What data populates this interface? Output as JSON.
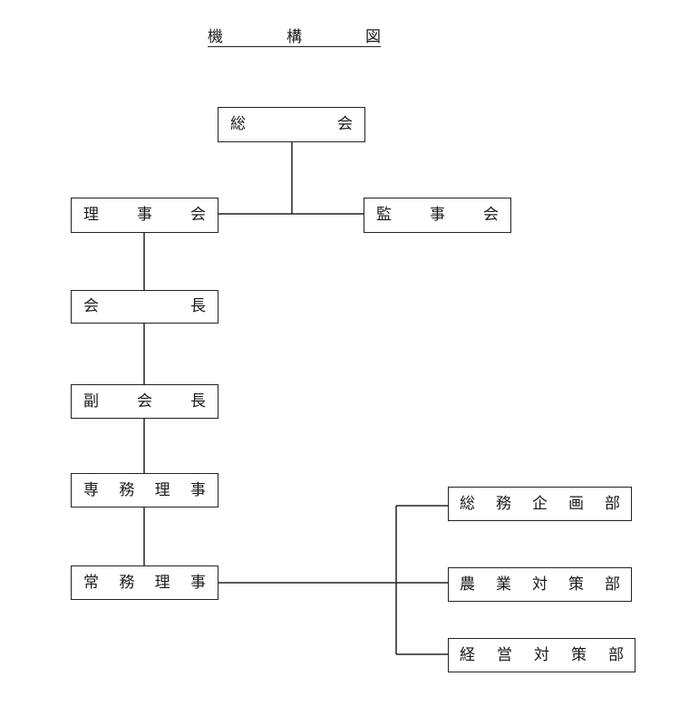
{
  "title": [
    "機",
    "構",
    "図"
  ],
  "nodes": {
    "general_assembly": [
      "総",
      "会"
    ],
    "board_of_directors": [
      "理",
      "事",
      "会"
    ],
    "auditors": [
      "監",
      "事",
      "会"
    ],
    "president": [
      "会",
      "長"
    ],
    "vice_president": [
      "副",
      "会",
      "長"
    ],
    "senior_managing_director": [
      "専",
      "務",
      "理",
      "事"
    ],
    "managing_director": [
      "常",
      "務",
      "理",
      "事"
    ],
    "general_affairs_planning": [
      "総",
      "務",
      "企",
      "画",
      "部"
    ],
    "agricultural_affairs": [
      "農",
      "業",
      "対",
      "策",
      "部"
    ],
    "management_affairs": [
      "経",
      "営",
      "対",
      "策",
      "部"
    ]
  }
}
